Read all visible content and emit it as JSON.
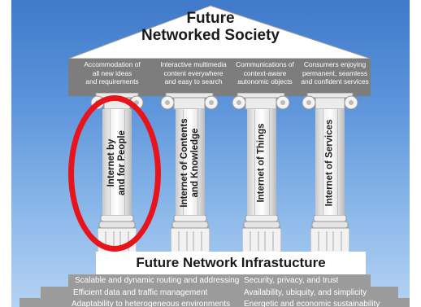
{
  "title": {
    "line1": "Future",
    "line2": "Networked Society"
  },
  "frieze": [
    {
      "line1": "Accommodation of",
      "line2": "all new ideas",
      "line3": "and requirements"
    },
    {
      "line1": "Interactive multimedia",
      "line2": "content everywhere",
      "line3": "and easy to search"
    },
    {
      "line1": "Communications of",
      "line2": "context-aware",
      "line3": "autonomic objects"
    },
    {
      "line1": "Consumers enjoying",
      "line2": "permanent, seamless",
      "line3": "and confident services"
    }
  ],
  "pillars": [
    {
      "line1": "Internet by",
      "line2": "and for People"
    },
    {
      "line1": "Internet of Contents",
      "line2": "and Knowledge"
    },
    {
      "line1": "Internet of Things",
      "line2": ""
    },
    {
      "line1": "Internet of Services",
      "line2": ""
    }
  ],
  "foundation": {
    "title": "Future Network Infrastucture",
    "rows": [
      {
        "left": "Scalable and dynamic routing and addressing",
        "right": "Security, privacy, and trust"
      },
      {
        "left": "Efficient data and traffic management",
        "right": "Availability, ubiquity, and simplicity"
      },
      {
        "left": "Adaptability to heterogeneous environments",
        "right": "Energetic and economic sustainability"
      }
    ]
  },
  "colors": {
    "background_top": "#3f79c9",
    "background_bottom": "#b5d3f2",
    "frieze": "#7d7d7d",
    "foundation_steps": "#9b9b9b",
    "highlight": "#e8141b"
  }
}
